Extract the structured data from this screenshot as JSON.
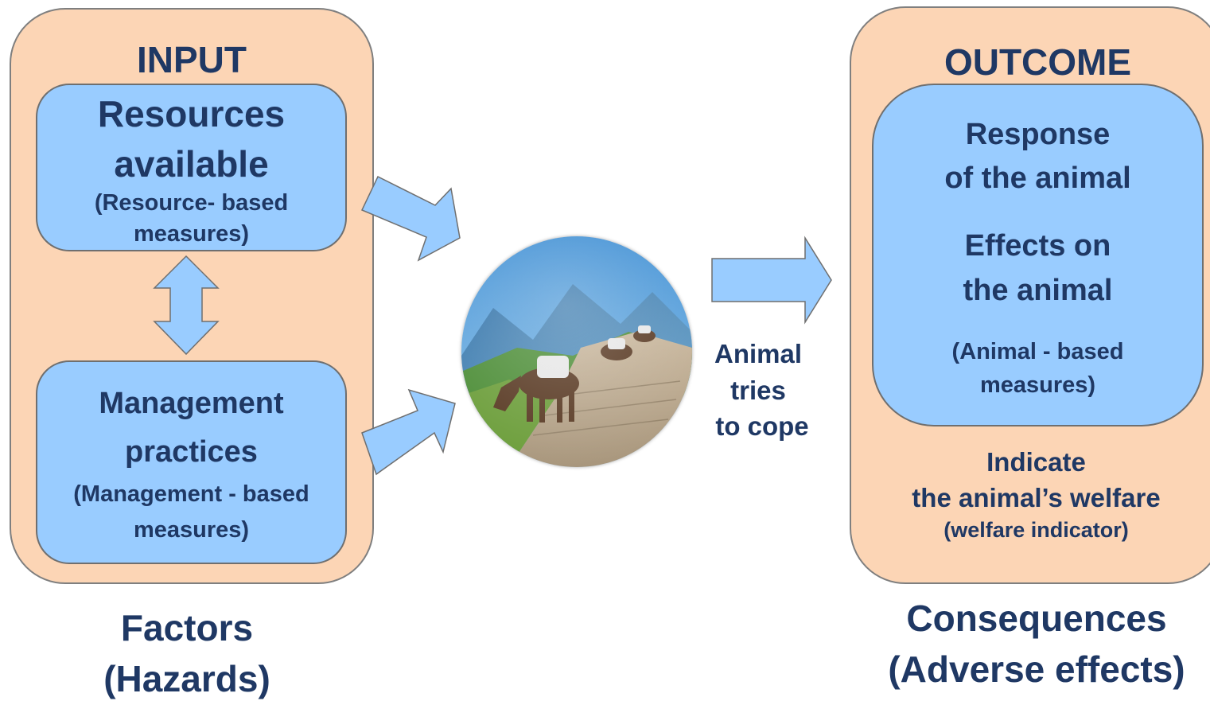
{
  "input": {
    "heading": "INPUT",
    "resources": {
      "title_line1": "Resources",
      "title_line2": "available",
      "sub_line1": "(Resource- based",
      "sub_line2": "measures)"
    },
    "management": {
      "title_line1": "Management",
      "title_line2": "practices",
      "sub_line1": "(Management - based",
      "sub_line2": "measures)"
    },
    "caption_line1": "Factors",
    "caption_line2": "(Hazards)"
  },
  "middle": {
    "label_line1": "Animal",
    "label_line2": "tries",
    "label_line3": "to cope",
    "photo_alt": "animal-photo"
  },
  "outcome": {
    "heading": "OUTCOME",
    "response_line1": "Response",
    "response_line2": "of the animal",
    "effects_line1": "Effects on",
    "effects_line2": "the animal",
    "sub_line1": "(Animal - based",
    "sub_line2": "measures)",
    "indicate_line1": "Indicate",
    "indicate_line2": "the animal’s welfare",
    "indicate_line3": "(welfare indicator)",
    "caption_line1": "Consequences",
    "caption_line2": "(Adverse effects)"
  },
  "colors": {
    "panel_fill": "#fcd5b5",
    "box_fill": "#99ccff",
    "arrow_fill": "#99ccff",
    "text": "#1f3864"
  }
}
